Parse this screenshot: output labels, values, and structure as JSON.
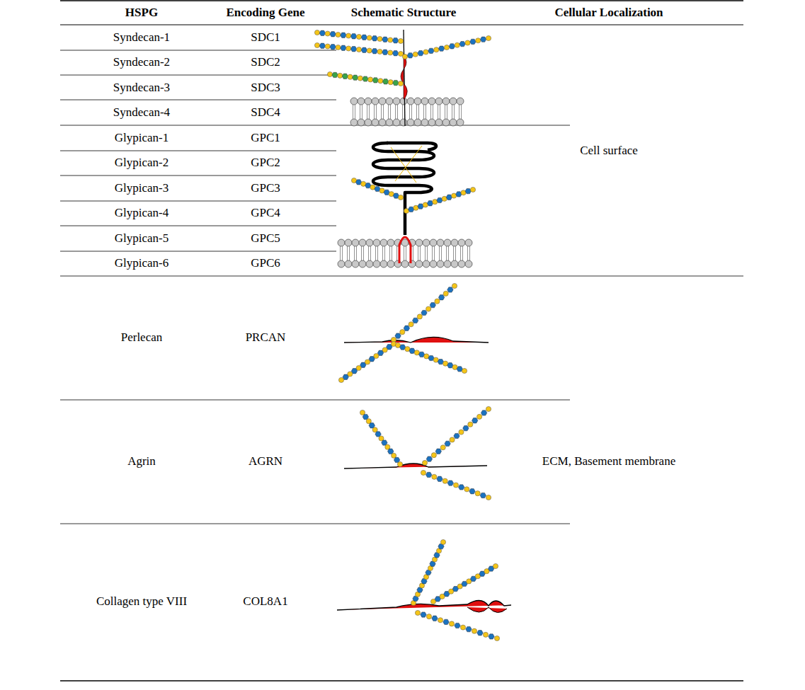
{
  "diagram": {
    "labels": [
      "HSPG",
      "Encoding Gene",
      "Schematic Structure",
      "Cellular Localization",
      "Syndecan-1",
      "SDC1",
      "Syndecan-2",
      "SDC2",
      "Syndecan-3",
      "SDC3",
      "Syndecan-4",
      "SDC4",
      "Glypican-1",
      "GPC1",
      "Glypican-2",
      "GPC2",
      "Glypican-3",
      "GPC3",
      "Glypican-4",
      "GPC4",
      "Glypican-5",
      "GPC5",
      "Glypican-6",
      "GPC6",
      "Cell surface",
      "Perlecan",
      "PRCAN",
      "Agrin",
      "AGRN",
      "Collagen type VIII",
      "COL8A1",
      "ECM, Basement membrane"
    ]
  }
}
